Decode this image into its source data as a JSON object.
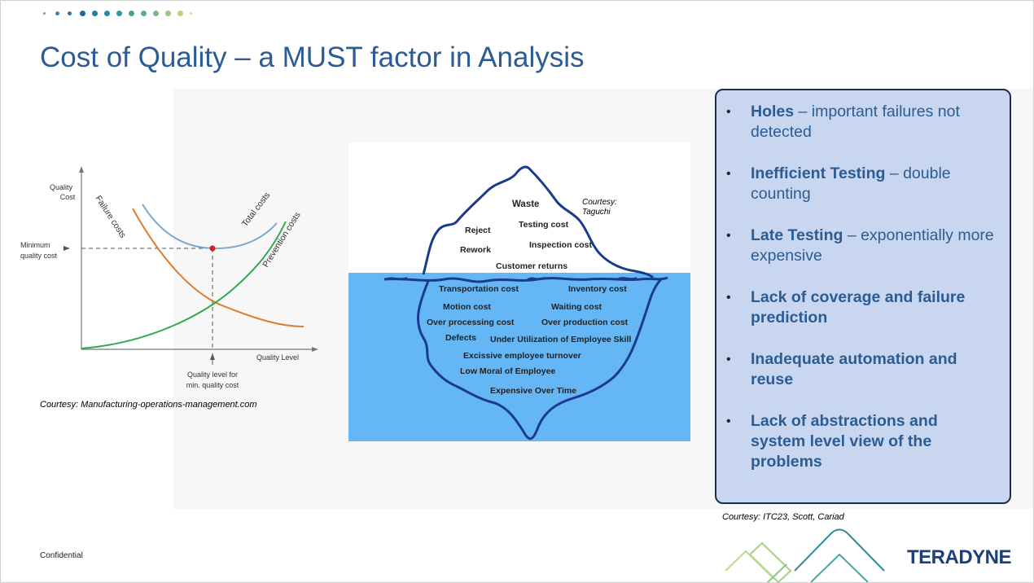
{
  "slide": {
    "title": "Cost of Quality – a MUST factor in Analysis",
    "confidential": "Confidential",
    "brand": "TERADYNE",
    "dot_colors": [
      "#7a9bbf",
      "#4f7fb0",
      "#2d73a8",
      "#1c6aa0",
      "#1b7ea6",
      "#1f8fa8",
      "#2a9aa3",
      "#3ea49a",
      "#5aad8e",
      "#7eb984",
      "#a1c47c",
      "#c3d07a",
      "#d8d987"
    ]
  },
  "quality_chart": {
    "y_axis_label": [
      "Quality",
      "Cost"
    ],
    "x_axis_label": "Quality Level",
    "min_cost_label": [
      "Minimum",
      "quality cost"
    ],
    "optimum_label": [
      "Quality level for",
      "min. quality cost"
    ],
    "curves": {
      "failure": {
        "name": "Failure costs",
        "color": "#e07b2a"
      },
      "total": {
        "name": "Total costs",
        "color": "#7aa7cf"
      },
      "prevention": {
        "name": "Prevention costs",
        "color": "#2fa84f"
      }
    },
    "courtesy": "Courtesy: Manufacturing-operations-management.com"
  },
  "iceberg": {
    "above": {
      "waste": "Waste",
      "reject": "Reject",
      "testing_cost": "Testing cost",
      "rework": "Rework",
      "inspection_cost": "Inspection cost",
      "customer_returns": "Customer returns"
    },
    "below": {
      "transportation_cost": "Transportation cost",
      "inventory_cost": "Inventory cost",
      "motion_cost": "Motion cost",
      "waiting_cost": "Waiting cost",
      "over_processing_cost": "Over processing cost",
      "over_production_cost": "Over production cost",
      "defects": "Defects",
      "under_utilization": "Under Utilization of Employee Skill",
      "turnover": "Excissive employee turnover",
      "low_moral": "Low Moral of Employee",
      "expensive_overtime": "Expensive Over Time"
    },
    "courtesy_line1": "Courtesy:",
    "courtesy_line2": "Taguchi",
    "water_color": "#64b6f5",
    "outline_color": "#1b3a8c"
  },
  "bullets": [
    {
      "bold": "Holes",
      "rest": " – important failures not detected"
    },
    {
      "bold": "Inefficient Testing",
      "rest": " – double counting"
    },
    {
      "bold": "Late Testing",
      "rest": " – exponentially more expensive"
    },
    {
      "bold": "Lack of coverage and failure prediction",
      "rest": ""
    },
    {
      "bold": "Inadequate automation and reuse",
      "rest": ""
    },
    {
      "bold": "Lack of abstractions and system level view of the problems",
      "rest": ""
    }
  ],
  "bullet_courtesy": "Courtesy: ITC23, Scott, Cariad"
}
